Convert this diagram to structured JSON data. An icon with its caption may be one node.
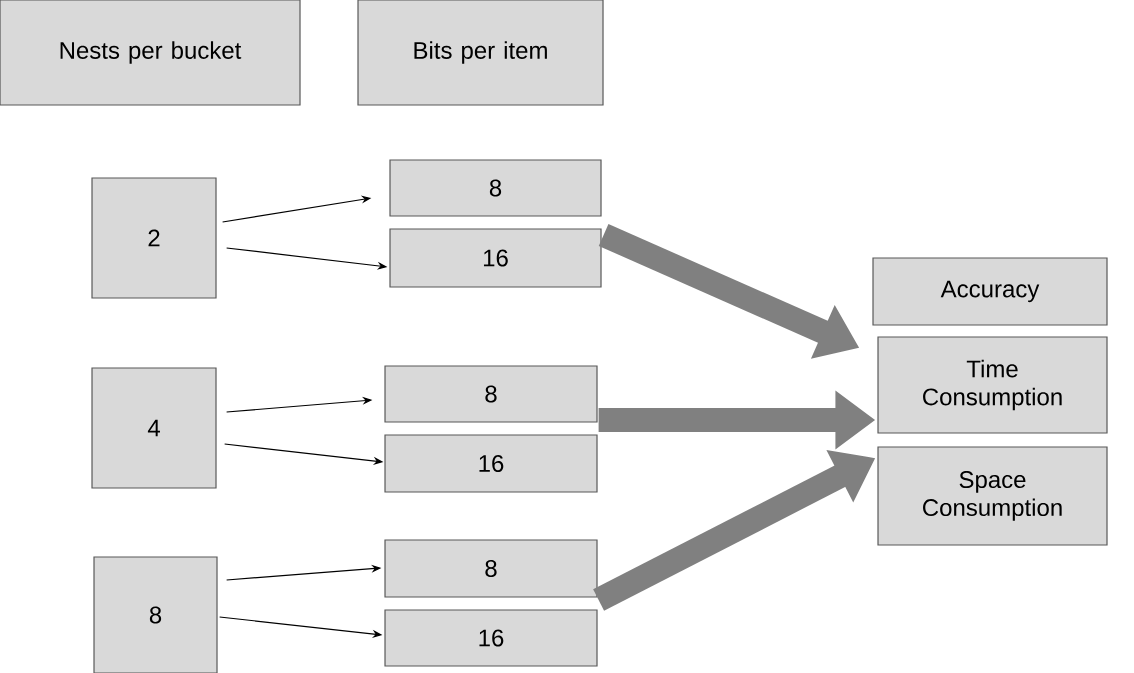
{
  "diagram": {
    "nodes": [
      {
        "text": [
          "Nests per bucket"
        ]
      },
      {
        "text": [
          "Bits per item"
        ]
      },
      {
        "text": [
          "2"
        ]
      },
      {
        "text": [
          "8"
        ]
      },
      {
        "text": [
          "16"
        ]
      },
      {
        "text": [
          "4"
        ]
      },
      {
        "text": [
          "8"
        ]
      },
      {
        "text": [
          "16"
        ]
      },
      {
        "text": [
          "8"
        ]
      },
      {
        "text": [
          "8"
        ]
      },
      {
        "text": [
          "16"
        ]
      },
      {
        "text": [
          "Accuracy"
        ]
      },
      {
        "text": [
          "Time Consumption"
        ]
      },
      {
        "text": [
          "Space Consumption"
        ]
      }
    ],
    "edges": [
      {
        "from": 2,
        "to": 3,
        "arrow": "to"
      },
      {
        "from": 2,
        "to": 4,
        "arrow": "to"
      },
      {
        "from": 5,
        "to": 6,
        "arrow": "to"
      },
      {
        "from": 5,
        "to": 7,
        "arrow": "to"
      },
      {
        "from": 8,
        "to": 9,
        "arrow": "to"
      },
      {
        "from": 8,
        "to": 10,
        "arrow": "to"
      },
      {
        "from": 4,
        "to": 11,
        "arrow": "to",
        "style": "thick",
        "color": "#808080"
      },
      {
        "from": 6,
        "to": 12,
        "arrow": "to",
        "style": "thick",
        "color": "#808080"
      },
      {
        "from": 9,
        "to": 13,
        "arrow": "to",
        "style": "thick",
        "color": "#808080"
      }
    ]
  }
}
